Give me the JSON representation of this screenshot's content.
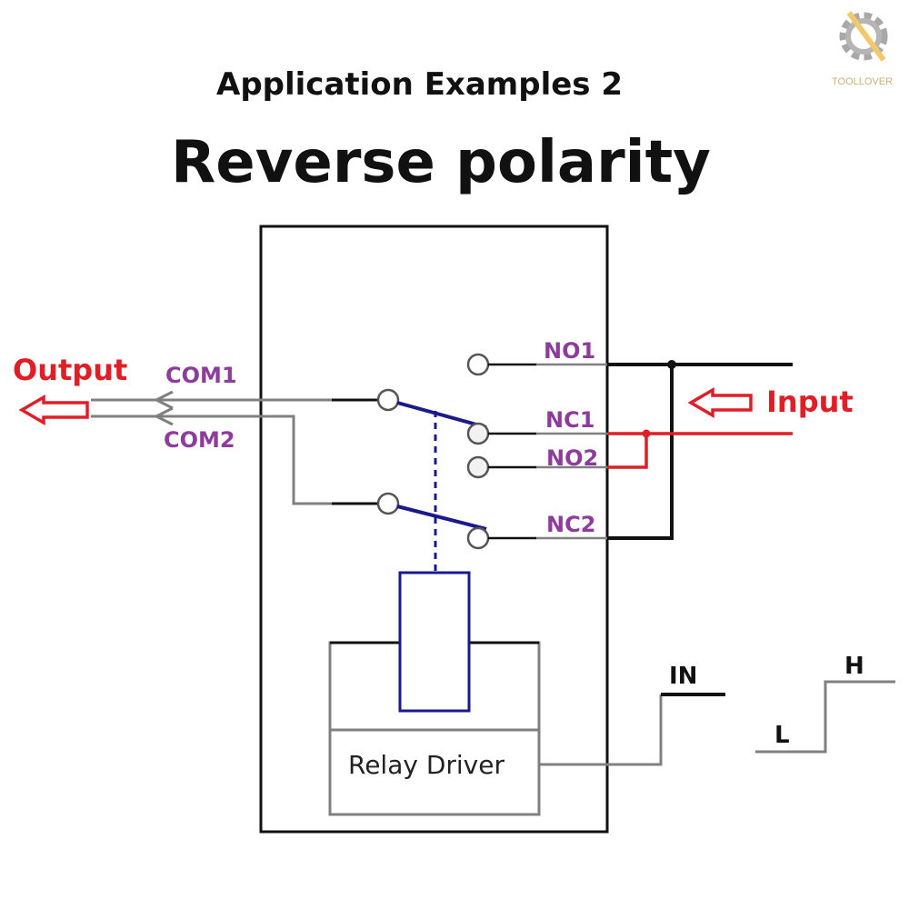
{
  "header": {
    "subtitle": "Application Examples 2",
    "title": "Reverse polarity"
  },
  "logo": {
    "brand": "TOOLLOVER"
  },
  "labels": {
    "output": "Output",
    "input": "Input",
    "com1": "COM1",
    "com2": "COM2",
    "no1": "NO1",
    "nc1": "NC1",
    "no2": "NO2",
    "nc2": "NC2",
    "relay_driver": "Relay Driver",
    "in": "IN",
    "low": "L",
    "high": "H"
  },
  "colors": {
    "signal_red": "#e01e26",
    "pin_purple": "#8e3c9b",
    "relay_blue": "#1a1a8c",
    "wire_black": "#111111",
    "wire_gray": "#808080"
  }
}
